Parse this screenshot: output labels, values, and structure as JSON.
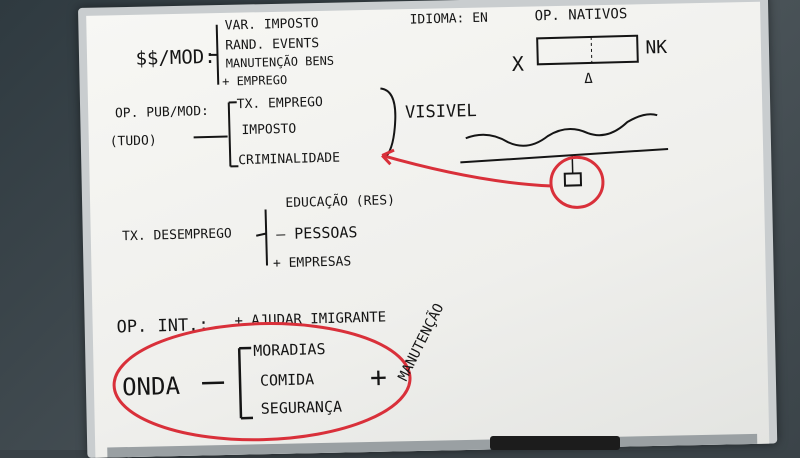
{
  "board": {
    "top_left": {
      "head": "$$/MOD:",
      "items": [
        "VAR. IMPOSTO",
        "RAND. EVENTS",
        "MANUTENÇÃO BENS",
        "+ EMPREGO"
      ]
    },
    "top_right": {
      "lang": "IDIOMA: EN",
      "natives": "OP. NATIVOS",
      "x_mark": "X",
      "nk": "NK",
      "delta": "Δ"
    },
    "pub_mod": {
      "head": "OP. PUB/MOD:",
      "sub": "(TUDO)",
      "items": [
        "TX. EMPREGO",
        "IMPOSTO",
        "CRIMINALIDADE"
      ],
      "visible": "VISIVEL"
    },
    "unemployment": {
      "head": "TX. DESEMPREGO",
      "items": [
        "EDUCAÇÃO (RES)",
        "— PESSOAS",
        "+ EMPRESAS"
      ]
    },
    "op_int": {
      "head": "OP. INT.:",
      "plus_item": "+ AJUDAR IMIGRANTE",
      "wave": "ONDA",
      "items": [
        "MORADIAS",
        "COMIDA",
        "SEGURANÇA"
      ],
      "extra": "+",
      "maintenance": "MANUTENÇÃO"
    }
  },
  "colors": {
    "ink": "#151515",
    "red_marker": "#d9303a",
    "board": "#f3f3f0"
  }
}
